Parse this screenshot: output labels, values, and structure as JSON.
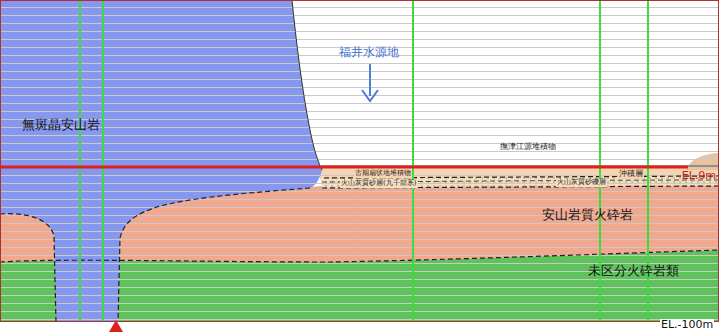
{
  "diagram": {
    "nodes": [
      {
        "text": [
          "無斑晶安山岩"
        ]
      },
      {
        "text": [
          "安山岩質火砕岩"
        ]
      },
      {
        "text": [
          "未区分火砕岩類"
        ]
      }
    ],
    "labels": [
      "福井水源地",
      "撫津江源堆積物",
      "沖積層",
      "古期扇状地堆積物",
      "火山灰質砂層(九千部系)",
      "火山灰質砂礫層",
      "EL.0m",
      "EL.-100m"
    ]
  }
}
